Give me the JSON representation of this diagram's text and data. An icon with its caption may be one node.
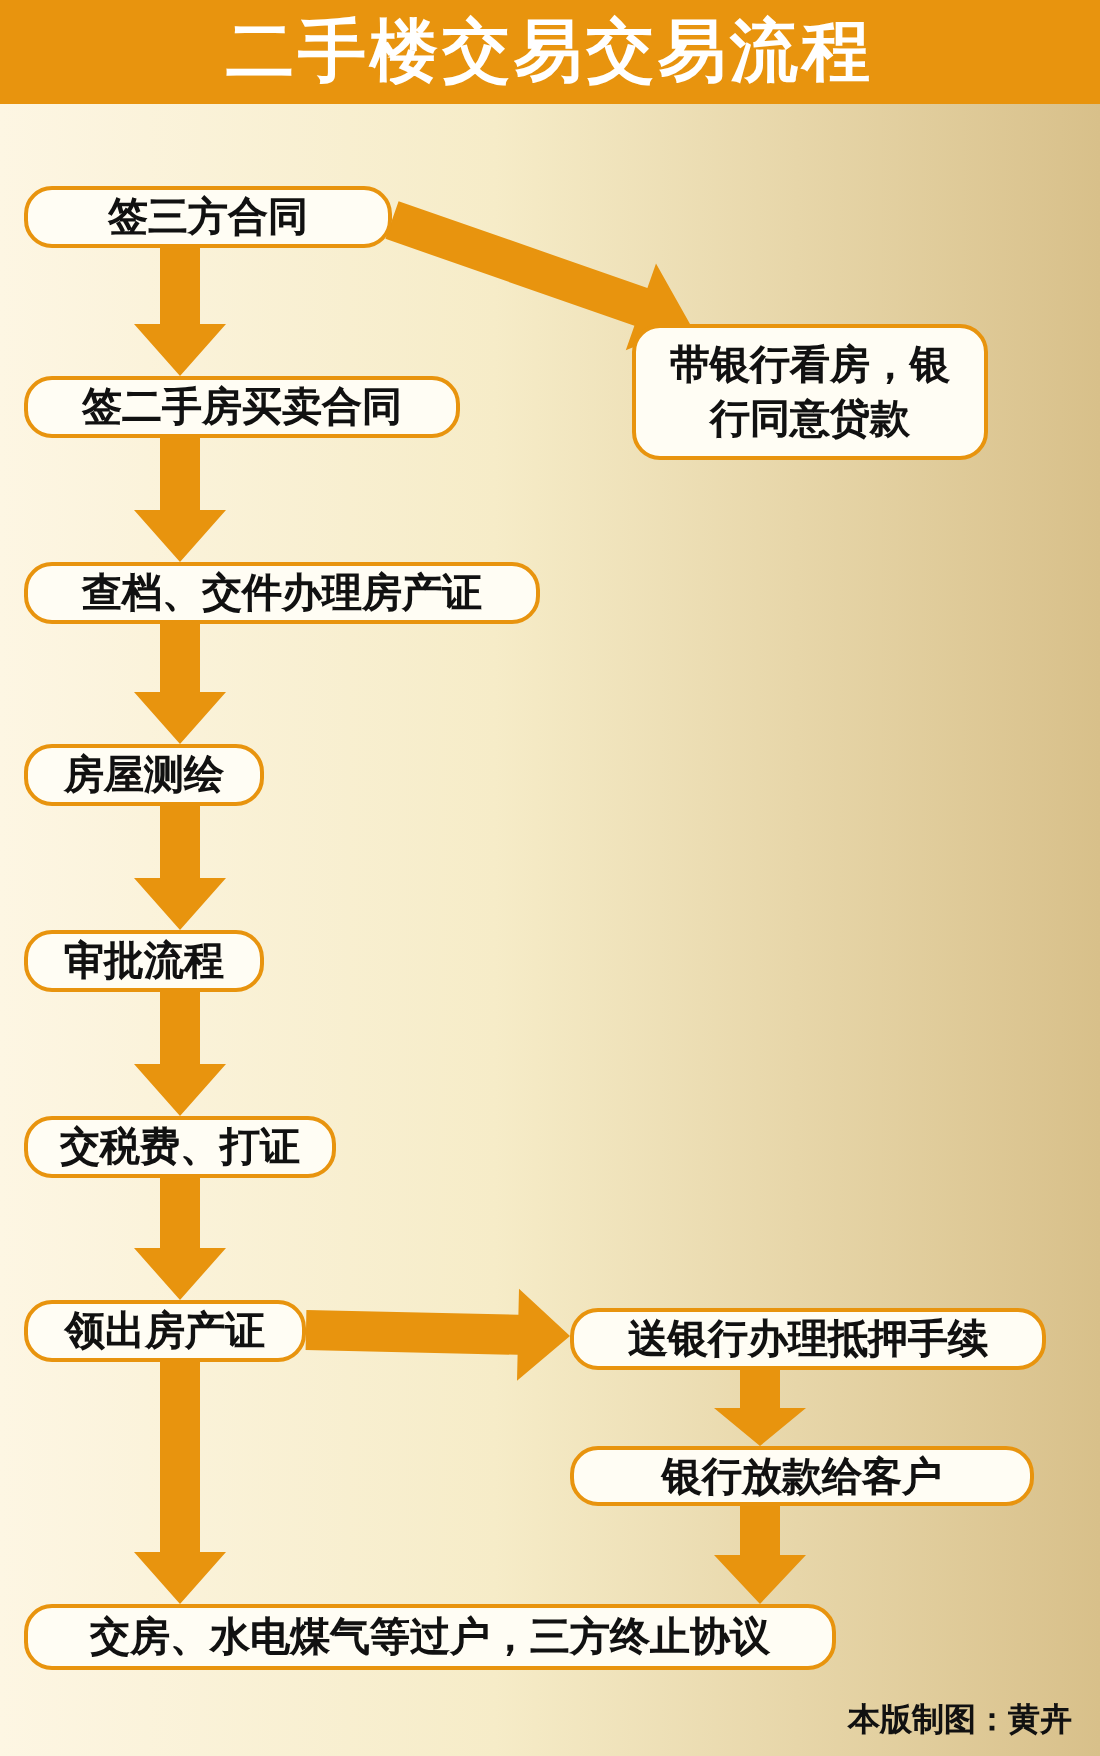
{
  "diagram": {
    "title": "二手楼交易交易流程",
    "nodes": [
      {
        "text": [
          "签三方合同"
        ]
      },
      {
        "text": [
          "带银行看房，银行同意贷款"
        ]
      },
      {
        "text": [
          "签二手房买卖合同"
        ]
      },
      {
        "text": [
          "查档、交件办理房产证"
        ]
      },
      {
        "text": [
          "房屋测绘"
        ]
      },
      {
        "text": [
          "审批流程"
        ]
      },
      {
        "text": [
          "交税费、打证"
        ]
      },
      {
        "text": [
          "领出房产证"
        ]
      },
      {
        "text": [
          "送银行办理抵押手续"
        ]
      },
      {
        "text": [
          "银行放款给客户"
        ]
      },
      {
        "text": [
          "交房、水电煤气等过户，三方终止协议"
        ]
      }
    ],
    "edges": [
      {
        "from": 0,
        "to": 1,
        "arrow": "to"
      },
      {
        "from": 0,
        "to": 2,
        "arrow": "to"
      },
      {
        "from": 2,
        "to": 3,
        "arrow": "to"
      },
      {
        "from": 3,
        "to": 4,
        "arrow": "to"
      },
      {
        "from": 4,
        "to": 5,
        "arrow": "to"
      },
      {
        "from": 5,
        "to": 6,
        "arrow": "to"
      },
      {
        "from": 6,
        "to": 7,
        "arrow": "to"
      },
      {
        "from": 7,
        "to": 8,
        "arrow": "to"
      },
      {
        "from": 8,
        "to": 9,
        "arrow": "to"
      },
      {
        "from": 7,
        "to": 10,
        "arrow": "to"
      },
      {
        "from": 9,
        "to": 10,
        "arrow": "to"
      }
    ],
    "labels": [
      "本版制图：黄卉"
    ]
  }
}
